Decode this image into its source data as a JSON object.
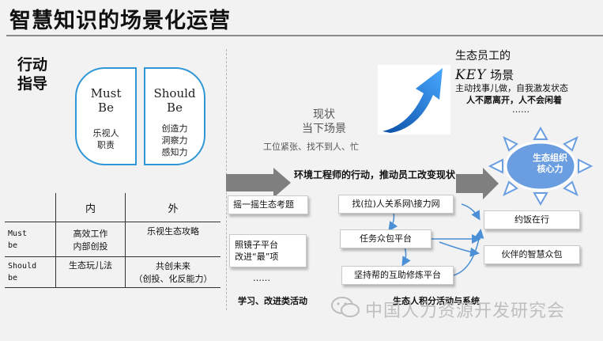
{
  "title": "智慧知识的场景化运营",
  "action_guide": [
    "行动",
    "指导"
  ],
  "must_be": {
    "title": [
      "Must",
      "Be"
    ],
    "items": [
      "乐视人",
      "职责"
    ]
  },
  "should_be": {
    "title": [
      "Should",
      "Be"
    ],
    "items": [
      "创造力",
      "洞察力",
      "感知力"
    ]
  },
  "grid": {
    "headers": [
      "内",
      "外"
    ],
    "rows": [
      {
        "label": [
          "Must",
          "be"
        ],
        "inner": [
          "高效工作",
          "内部创投"
        ],
        "outer": [
          "乐视生态攻略"
        ]
      },
      {
        "label": [
          "Should",
          "be"
        ],
        "inner": [
          "生态玩儿法"
        ],
        "outer": [
          "共创未来",
          "（创投、化反能力）"
        ]
      }
    ]
  },
  "status": {
    "line1": "现状",
    "line2": "当下场景",
    "detail": "工位紧张、找不到人、忙"
  },
  "eco": {
    "title": "生态员工的",
    "key_word": "KEY",
    "key_suffix": "场景",
    "line1": "主动找事儿做，自我激发状态",
    "line2": "人不愿离开，人不会闲着",
    "dots": "……"
  },
  "mid_label": "环境工程师的行动，推动员工改变现状",
  "left_boxes": {
    "box1": "摇一摇生态考题",
    "box2": [
      "照镜子平台",
      "改进“最”项"
    ]
  },
  "left_dots": "……",
  "right_boxes": {
    "box1": "找(拉)人关系网\\接力网",
    "box2": "任务众包平台",
    "box3": "坚持帮的互助修炼平台"
  },
  "far_boxes": {
    "box1": "约饭在行",
    "box2": "伙伴的智慧众包"
  },
  "core": [
    "生态组织",
    "核心力"
  ],
  "footer": {
    "left": "学习、改进类活动",
    "right": "生态人积分活动与系统"
  },
  "watermark": "中国人力资源开发研究会",
  "colors": {
    "accent": "#2f97d6",
    "arrow_gray": "#7f7f7f",
    "sun": "#6a9ee0"
  }
}
